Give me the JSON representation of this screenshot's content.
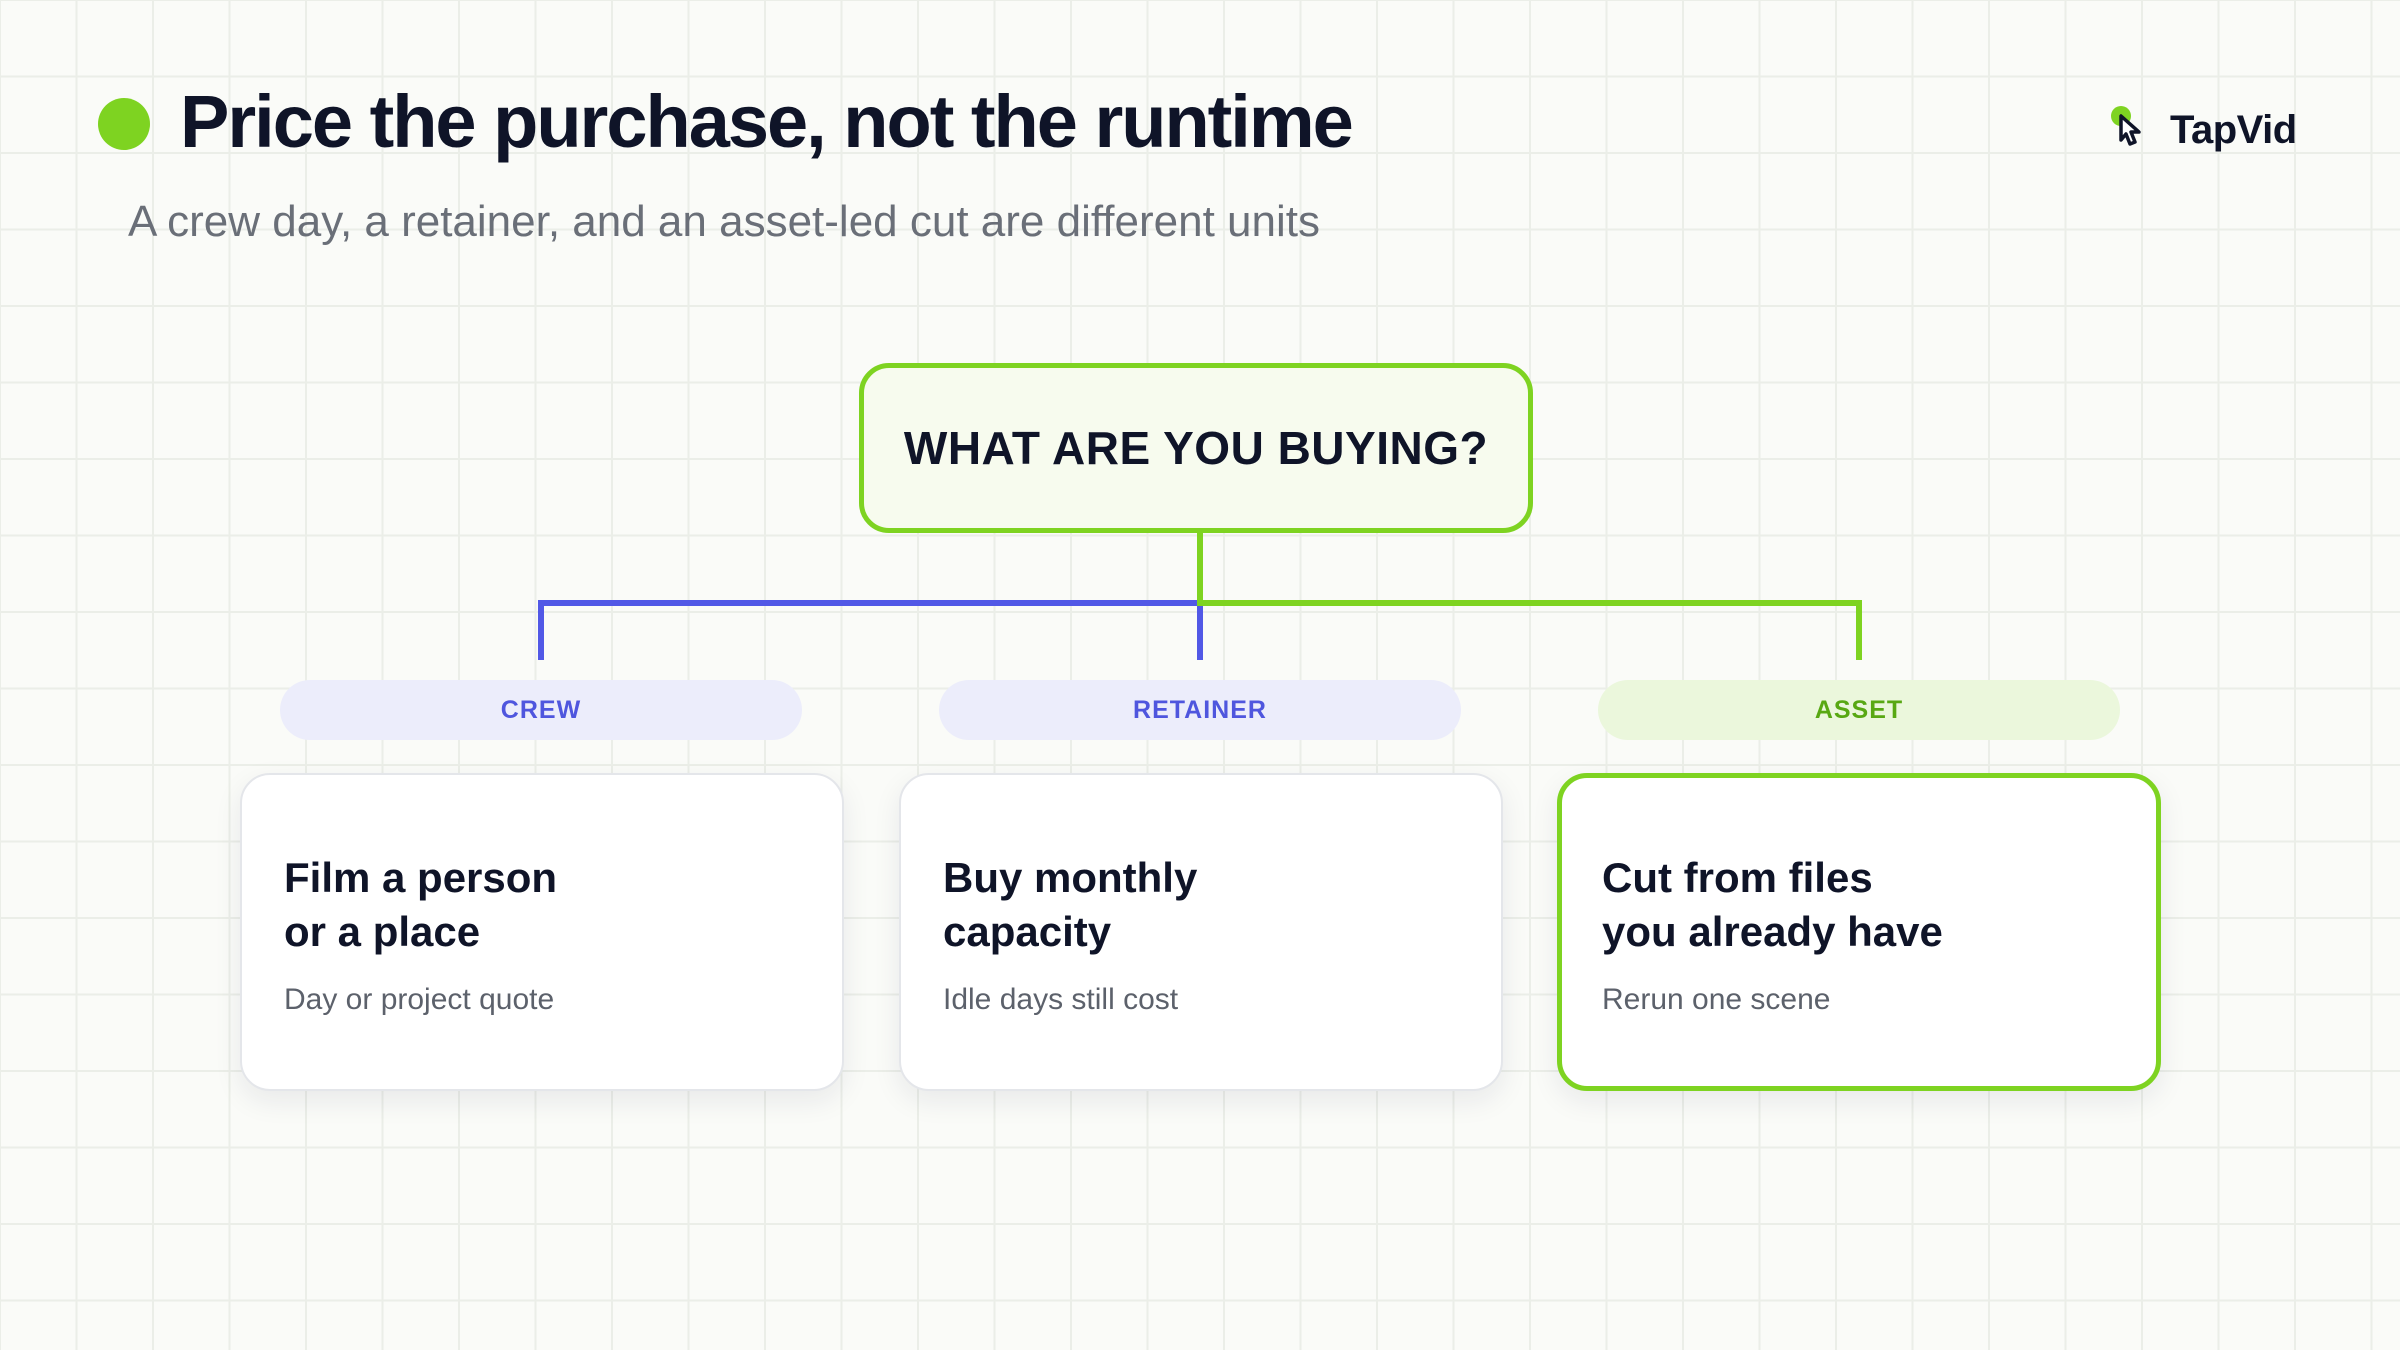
{
  "header": {
    "title": "Price the purchase, not the runtime",
    "subtitle": "A crew day, a retainer, and an asset-led cut are different units"
  },
  "logo": {
    "name": "TapVid",
    "icon": "cursor-hand-icon"
  },
  "diagram": {
    "root": {
      "label": "WHAT ARE YOU BUYING?"
    },
    "branches": [
      {
        "tag": "CREW",
        "title_line1": "Film a person",
        "title_line2": "or a place",
        "description": "Day or project quote",
        "color": "#5158e6",
        "highlighted": false
      },
      {
        "tag": "RETAINER",
        "title_line1": "Buy monthly",
        "title_line2": "capacity",
        "description": "Idle days still cost",
        "color": "#5158e6",
        "highlighted": false
      },
      {
        "tag": "ASSET",
        "title_line1": "Cut from files",
        "title_line2": "you already have",
        "description": "Rerun one scene",
        "color": "#7ed321",
        "highlighted": true
      }
    ]
  },
  "colors": {
    "accent_green": "#7ed321",
    "accent_blue": "#5158e6",
    "text_dark": "#0f1428",
    "text_muted": "#6a6f78"
  }
}
